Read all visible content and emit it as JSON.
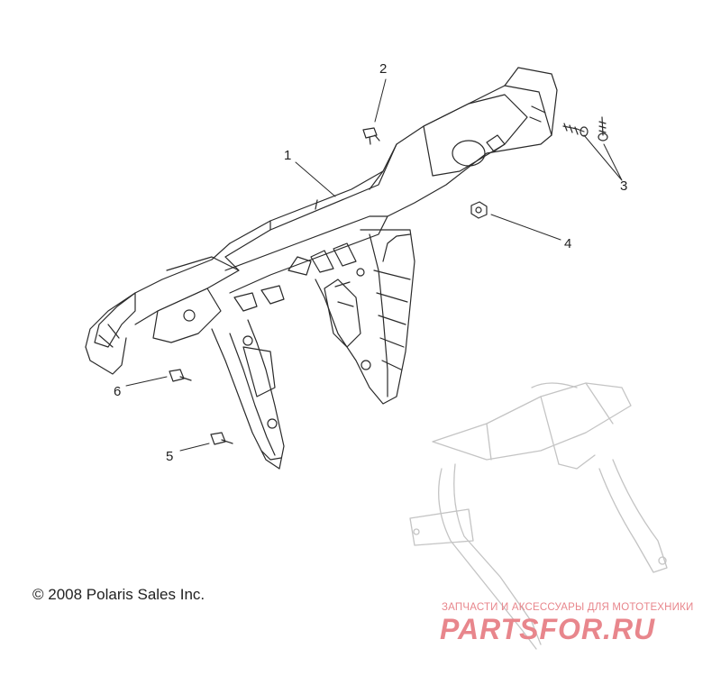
{
  "callouts": {
    "c1": "1",
    "c2": "2",
    "c3": "3",
    "c4": "4",
    "c5": "5",
    "c6": "6"
  },
  "copyright": "© 2008 Polaris Sales Inc.",
  "watermark": {
    "subtitle": "ЗАПЧАСТИ И АКСЕССУАРЫ ДЛЯ МОТОТЕХНИКИ",
    "logo": "PARTSFOR.RU",
    "color": "#e8868c"
  },
  "colors": {
    "line": "#2a2a2a",
    "ghost": "#c9c9c9"
  }
}
